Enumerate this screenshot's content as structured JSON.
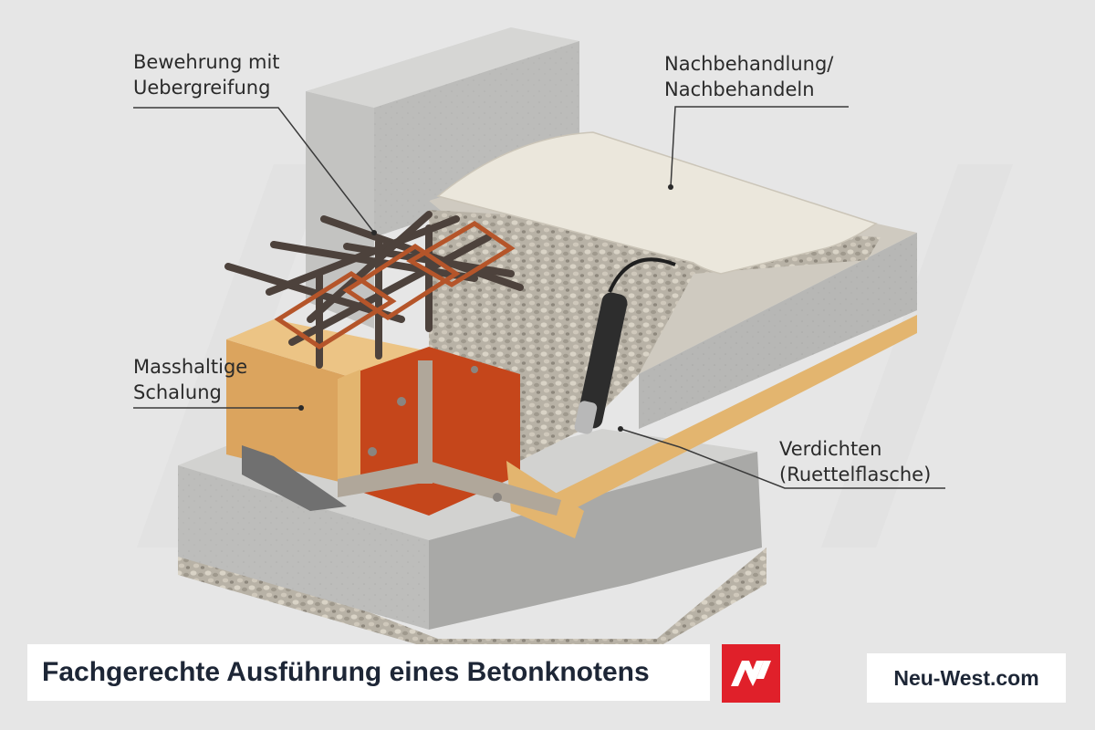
{
  "diagram": {
    "labels": {
      "bewehrung": [
        "Bewehrung mit",
        "Uebergreifung"
      ],
      "nachbehandlung": [
        "Nachbehandlung/",
        "Nachbehandeln"
      ],
      "schalung": [
        "Masshaltige",
        "Schalung"
      ],
      "verdichten": [
        "Verdichten",
        "(Ruettelflasche)"
      ]
    }
  },
  "footer": {
    "title": "Fachgerechte Ausführung eines Betonknotens",
    "site": "Neu-West.com"
  },
  "colors": {
    "background": "#e6e6e6",
    "concrete": "#bdbdbb",
    "formwork_wood": "#e3b56f",
    "formwork_panel": "#c5461b",
    "rebar": "#5a4a42",
    "logo_red": "#e0202a",
    "title_text": "#1d2636"
  },
  "icons": {
    "logo": "nw-logo-icon",
    "vibrator": "vibrator-icon"
  }
}
